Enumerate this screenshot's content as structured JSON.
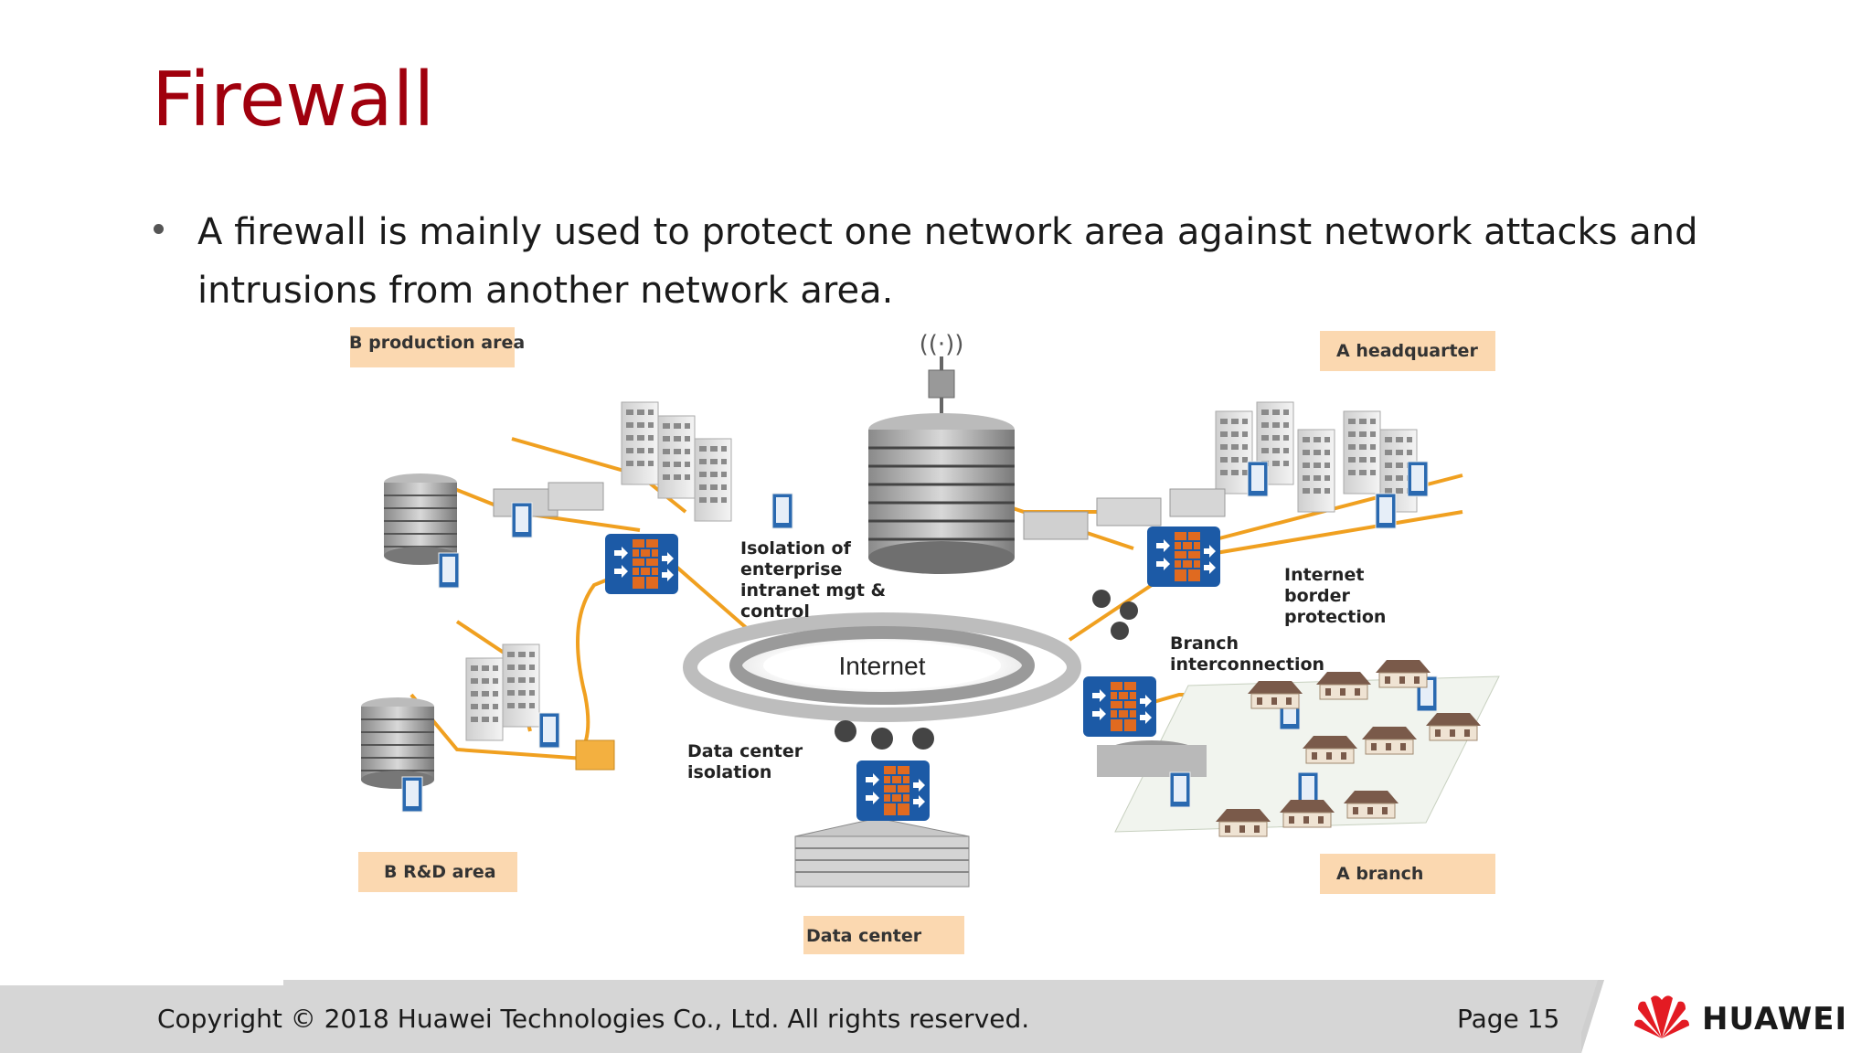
{
  "slide": {
    "title": "Firewall",
    "bullet": "A firewall is mainly used to protect one network area against network attacks and intrusions from another network area."
  },
  "diagram": {
    "areas": {
      "b_production": "B production area",
      "a_headquarter": "A headquarter",
      "b_rnd": "B R&D area",
      "a_branch": "A branch",
      "data_center": "Data center"
    },
    "internet_label": "Internet",
    "notes": {
      "isolation": [
        "Isolation of",
        "enterprise",
        "intranet mgt &",
        "control"
      ],
      "internet_border": [
        "Internet",
        "border",
        "protection"
      ],
      "branch_interconnection": [
        "Branch",
        "interconnection"
      ],
      "dc_isolation": [
        "Data center",
        "isolation"
      ]
    },
    "colors": {
      "link": "#f0a020",
      "firewall_box": "#1c5aa6",
      "firewall_brick": "#e06a20",
      "label_bg": "#fbd8b0",
      "title_red": "#a0000d"
    }
  },
  "footer": {
    "copyright": "Copyright © 2018 Huawei Technologies Co., Ltd. All rights reserved.",
    "page": "Page 15",
    "brand": "HUAWEI"
  }
}
